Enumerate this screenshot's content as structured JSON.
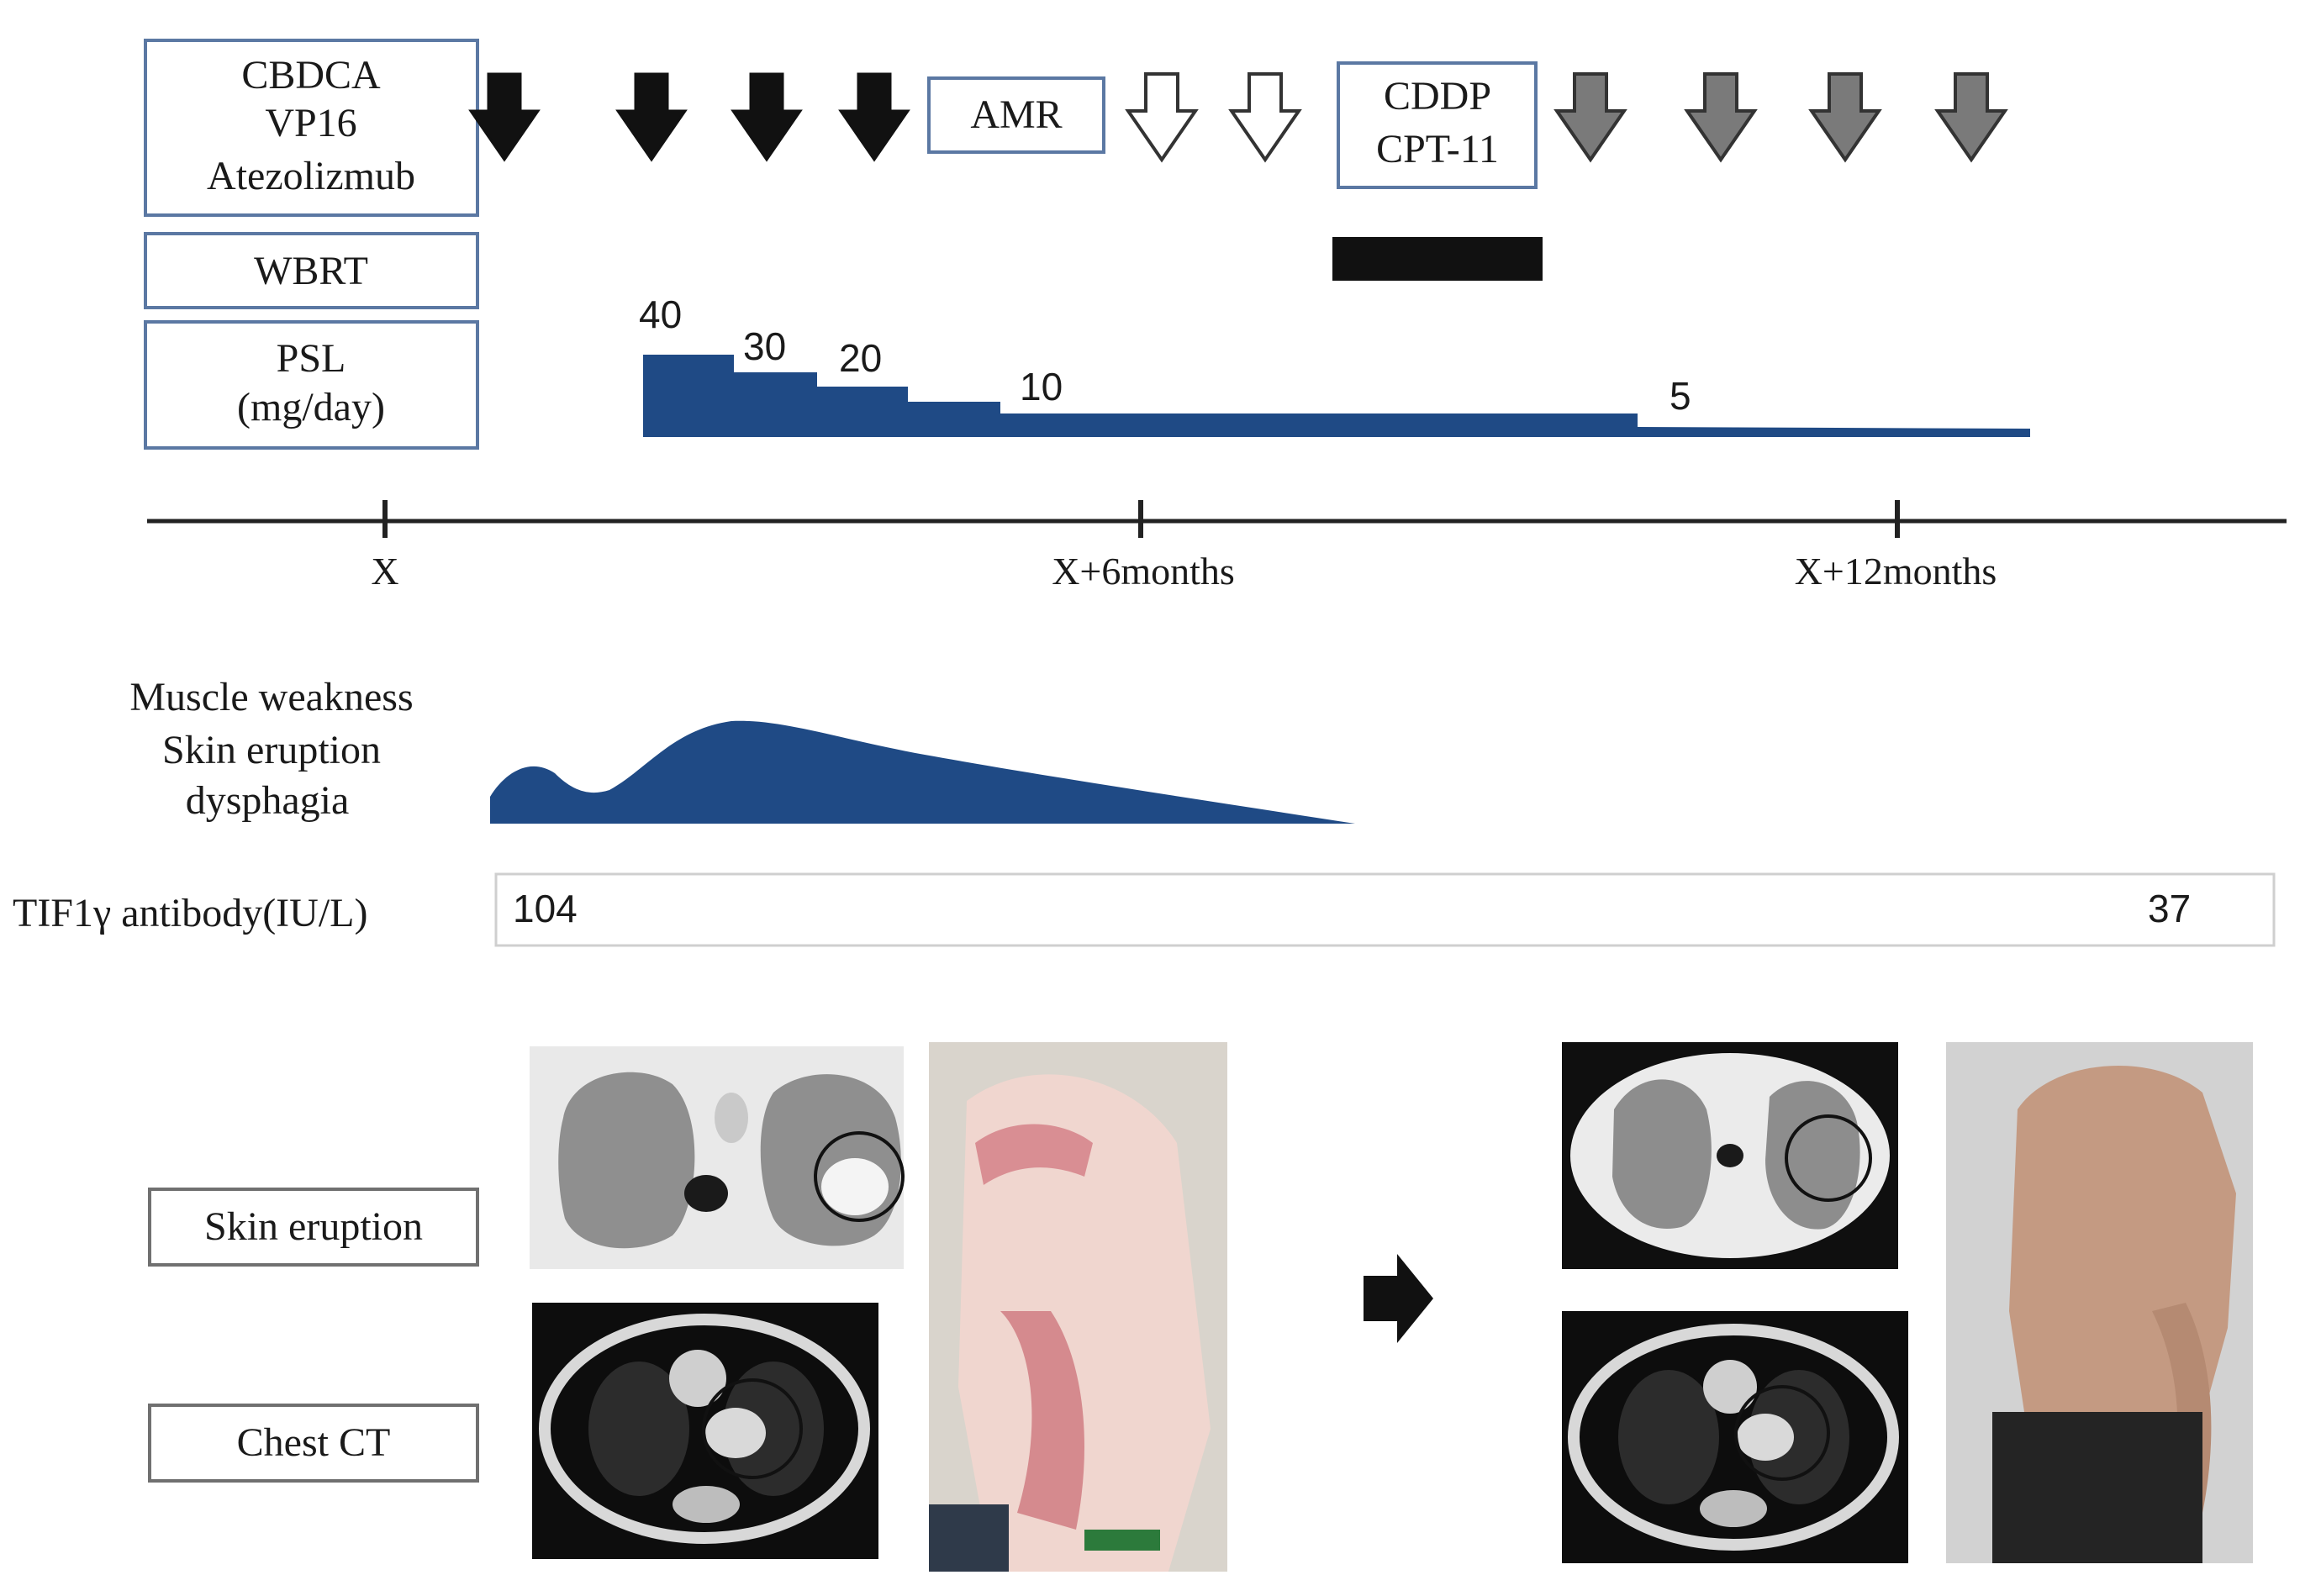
{
  "treatments": {
    "chemo1": [
      "CBDCA",
      "VP16",
      "Atezolizmub"
    ],
    "wbrt": "WBRT",
    "psl": [
      "PSL",
      "(mg/day)"
    ],
    "amr": "AMR",
    "chemo2": [
      "CDDP",
      "CPT-11"
    ]
  },
  "psl_doses": [
    "40",
    "30",
    "20",
    "10",
    "5"
  ],
  "timeline": {
    "ticks": [
      "X",
      "X+6months",
      "X+12months"
    ]
  },
  "symptoms": {
    "label": [
      "Muscle weakness",
      "Skin eruption",
      "dysphagia"
    ]
  },
  "antibody": {
    "label": "TIF1γ antibody(IU/L)",
    "start_value": "104",
    "end_value": "37"
  },
  "image_labels": {
    "skin": "Skin eruption",
    "ct": "Chest CT"
  },
  "colors": {
    "navy": "#1f4a85",
    "box_border": "#5b78a3",
    "black_arrow": "#111111",
    "white_arrow": "#ffffff",
    "gray_arrow": "#7a7a7a"
  },
  "icons": {
    "cycle_chemo1": "black-down-arrow",
    "cycle_amr": "white-down-arrow",
    "cycle_chemo2": "gray-down-arrow",
    "transition": "right-arrow"
  }
}
